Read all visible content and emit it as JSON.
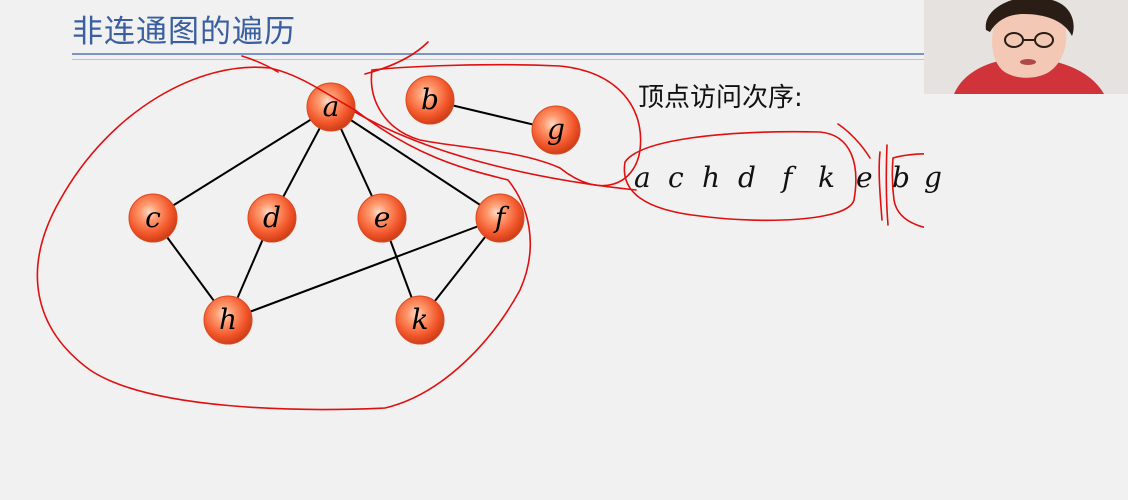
{
  "slide": {
    "title": "非连通图的遍历",
    "order_heading": "顶点访问次序:"
  },
  "visit_order": [
    "a",
    "c",
    "h",
    "d",
    "f",
    "k",
    "e",
    "b",
    "g"
  ],
  "graph": {
    "vertices": [
      "a",
      "b",
      "c",
      "d",
      "e",
      "f",
      "g",
      "h",
      "k"
    ],
    "edges": [
      [
        "a",
        "c"
      ],
      [
        "a",
        "d"
      ],
      [
        "a",
        "e"
      ],
      [
        "a",
        "f"
      ],
      [
        "c",
        "h"
      ],
      [
        "d",
        "h"
      ],
      [
        "h",
        "f"
      ],
      [
        "e",
        "k"
      ],
      [
        "f",
        "k"
      ],
      [
        "b",
        "g"
      ]
    ],
    "node_color": "#f06a3c"
  },
  "annotation_color": "#e01010",
  "webcam": {
    "icon": "presenter-video-icon"
  }
}
